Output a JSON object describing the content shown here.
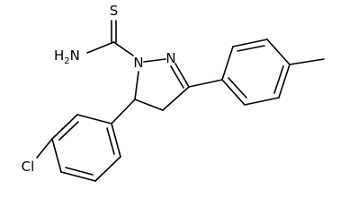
{
  "molecule": {
    "atoms": [
      {
        "id": "S",
        "label": "S"
      },
      {
        "id": "NH2",
        "label": "H2N",
        "main": "H",
        "sub": "2",
        "tail": "N"
      },
      {
        "id": "N1",
        "label": "N"
      },
      {
        "id": "N2",
        "label": "N"
      },
      {
        "id": "Cl",
        "label": "Cl"
      }
    ]
  }
}
